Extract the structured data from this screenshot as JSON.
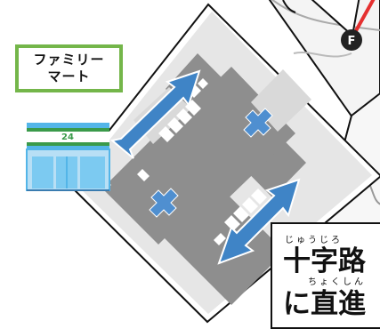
{
  "store_label": {
    "line1": "ファミリー",
    "line2": "マート"
  },
  "store_sign": "24",
  "note": {
    "line1": "十字路",
    "ruby1": "じゅうじろ",
    "line2": "に直進",
    "ruby2": "ちょくしん"
  },
  "map_pin_letter": "F",
  "colors": {
    "label_border": "#74b64a",
    "arrow_blue": "#3f84c6",
    "cross_blue": "#4f8fd0",
    "road_gray": "#8e8e8e",
    "route_red": "#e53030"
  }
}
